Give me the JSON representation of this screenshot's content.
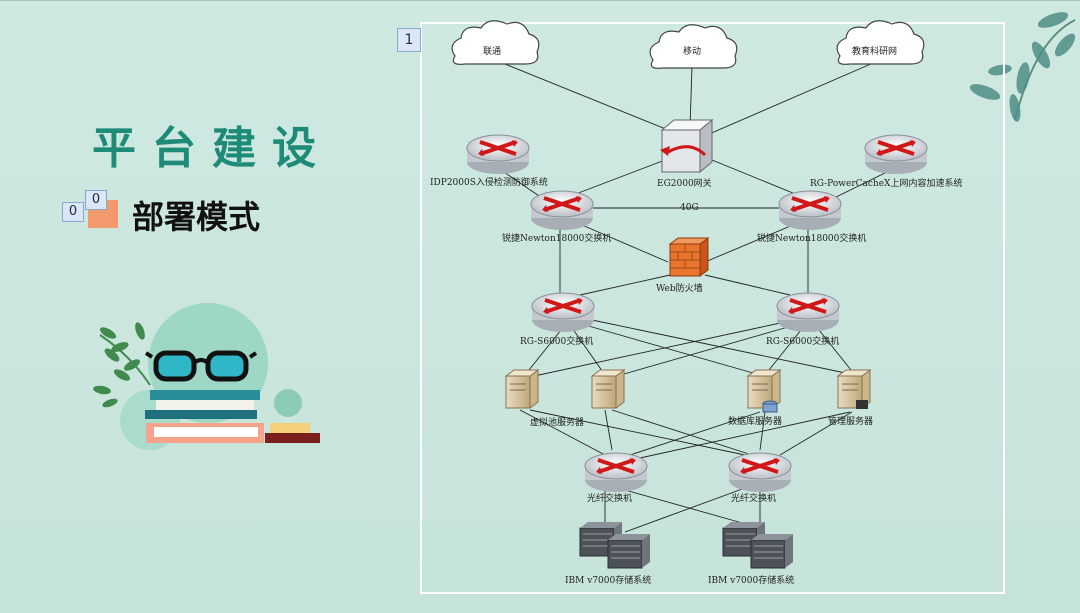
{
  "slide": {
    "title": "平台建设",
    "badge_a": "0",
    "badge_b": "0",
    "subtitle": "部署模式",
    "diagram_badge": "1"
  },
  "diagram": {
    "clouds": [
      "联通",
      "移动",
      "教育科研网"
    ],
    "gateway": "EG2000网关",
    "ids": "IDP2000S入侵检测防御系统",
    "cache": "RG-PowerCacheX上网内容加速系统",
    "core_left": "锐捷Newton18000交换机",
    "core_right": "锐捷Newton18000交换机",
    "link_40g": "40G",
    "firewall": "Web防火墙",
    "agg_left": "RG-S6000交换机",
    "agg_right": "RG-S6000交换机",
    "virt_server": "虚拟池服务器",
    "db_server": "数据库服务器",
    "mgmt_server": "管理服务器",
    "fc_left": "光纤交换机",
    "fc_right": "光纤交换机",
    "storage_left": "IBM v7000存储系统",
    "storage_right": "IBM v7000存储系统"
  }
}
